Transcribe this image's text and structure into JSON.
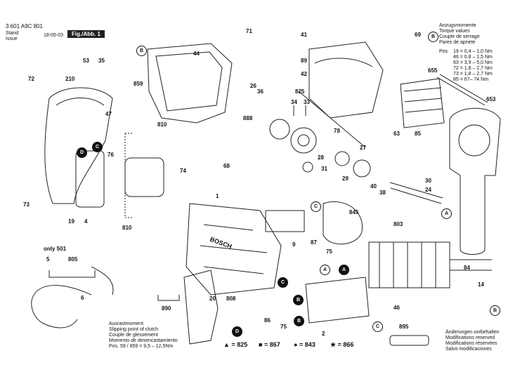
{
  "header": {
    "part_number": "3 601 A9C 801",
    "stand_label": "Stand",
    "issue_label": "Issue",
    "date": "18-05-03",
    "figure": "Fig./Abb. 1"
  },
  "torque": {
    "lines": [
      "Anzugsmomente",
      "Torque values",
      "Couple de serrage",
      "Pares de apriete"
    ],
    "pos_label": "Pos",
    "rows": [
      {
        "pos": "19",
        "val": "= 0,4 – 1,0 Nm"
      },
      {
        "pos": "46",
        "val": "= 0,8 – 1,5 Nm"
      },
      {
        "pos": "63",
        "val": "= 3,9 – 5,0 Nm"
      },
      {
        "pos": "72",
        "val": "= 1,8 – 2,7 Nm"
      },
      {
        "pos": "73",
        "val": "= 1,8 – 2,7 Nm"
      },
      {
        "pos": "85",
        "val": "= 67– 74 Nm"
      }
    ]
  },
  "clutch": {
    "lines": [
      "Ausrastmoment",
      "Slipping point of clutch",
      "Couple de glessement",
      "Momento de desencastamiento",
      "Pos. 59 / 859 = 9,5 – 12,5Nm"
    ]
  },
  "changes": {
    "lines": [
      "Änderungen vorbehalten",
      "Modifications reserved",
      "Modifications réservées",
      "Salvo modificaciones"
    ]
  },
  "legend": [
    {
      "symbol": "▲",
      "value": "= 825"
    },
    {
      "symbol": "■",
      "value": "= 867"
    },
    {
      "symbol": "●",
      "value": "= 843"
    },
    {
      "symbol": "★",
      "value": "= 866"
    }
  ],
  "only_label": "only 501",
  "brand": "BOSCH",
  "parts": [
    "71",
    "41",
    "69",
    "89",
    "42",
    "44",
    "72",
    "210",
    "53",
    "35",
    "859",
    "26",
    "36",
    "825",
    "78",
    "27",
    "34",
    "33",
    "655",
    "653",
    "47",
    "63",
    "85",
    "888",
    "810",
    "28",
    "68",
    "31",
    "29",
    "76",
    "74",
    "30",
    "24",
    "1",
    "38",
    "40",
    "73",
    "19",
    "4",
    "845",
    "803",
    "810",
    "9",
    "87",
    "75",
    "5",
    "805",
    "6",
    "84",
    "14",
    "890",
    "20",
    "808",
    "46",
    "86",
    "75",
    "2",
    "895"
  ],
  "circle_labels": [
    "B",
    "C",
    "D",
    "A",
    "B",
    "C",
    "A",
    "C",
    "B",
    "A",
    "D",
    "B",
    "C",
    "B"
  ]
}
